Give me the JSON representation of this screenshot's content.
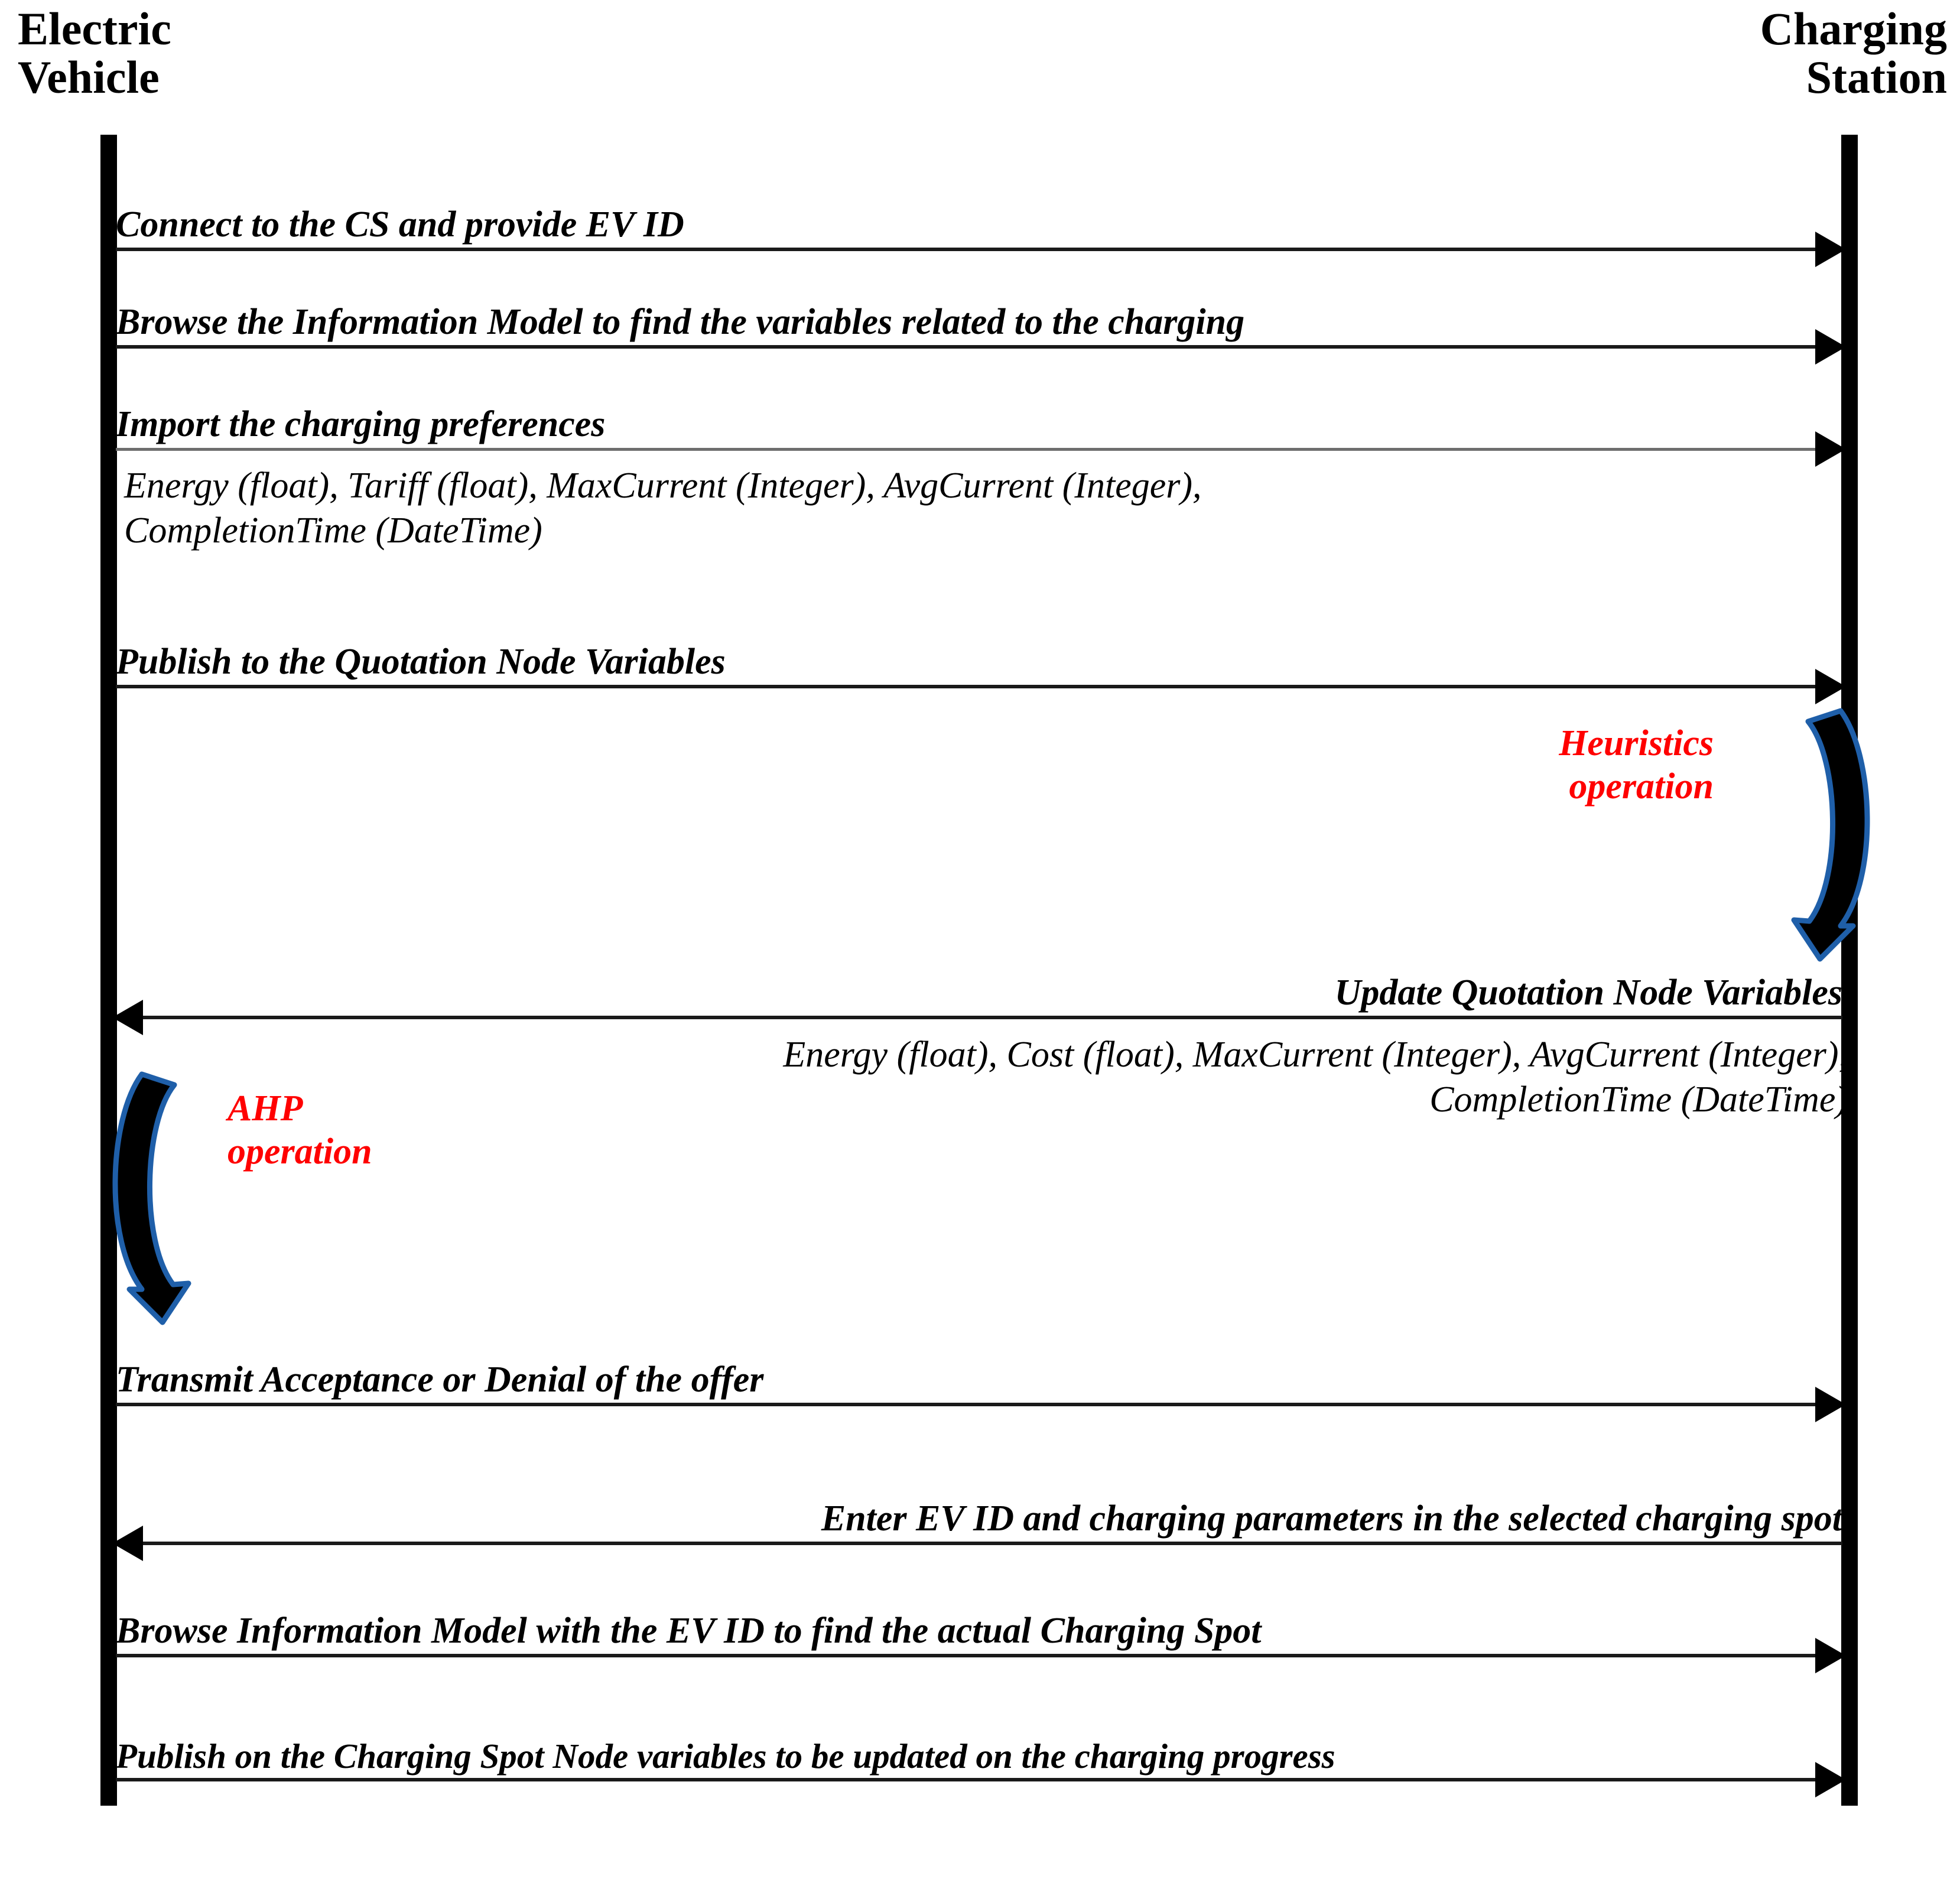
{
  "diagram": {
    "type": "uml-sequence-diagram",
    "accent_red": "#FF0000",
    "line_color": "#1A1A1A",
    "loop_outline_blue": "#1F5FA9",
    "participants": [
      {
        "id": "ev",
        "label": "Electric\nVehicle",
        "side": "left"
      },
      {
        "id": "cs",
        "label": "Charging\nStation",
        "side": "right"
      }
    ],
    "messages": [
      {
        "id": "m1",
        "label": "Connect to the CS and provide EV ID",
        "direction": "ev-to-cs",
        "align": "left",
        "style": "solid"
      },
      {
        "id": "m2",
        "label": "Browse the Information Model to find the variables related to the charging",
        "direction": "ev-to-cs",
        "align": "left",
        "style": "solid"
      },
      {
        "id": "m3",
        "label": "Import the charging preferences",
        "direction": "ev-to-cs",
        "align": "left",
        "style": "light"
      },
      {
        "id": "m4",
        "label": "Publish to the Quotation Node Variables",
        "direction": "ev-to-cs",
        "align": "left",
        "style": "solid"
      },
      {
        "id": "m5",
        "label": "Update Quotation Node Variables",
        "direction": "cs-to-ev",
        "align": "right",
        "style": "solid"
      },
      {
        "id": "m6",
        "label": "Transmit Acceptance or Denial of the offer",
        "direction": "ev-to-cs",
        "align": "left",
        "style": "solid"
      },
      {
        "id": "m7",
        "label": "Enter EV ID and charging parameters in the selected charging spot",
        "direction": "cs-to-ev",
        "align": "right",
        "style": "solid"
      },
      {
        "id": "m8",
        "label": "Browse Information Model with the EV ID to find the actual Charging Spot",
        "direction": "ev-to-cs",
        "align": "left",
        "style": "solid"
      },
      {
        "id": "m9",
        "label": "Publish on the Charging Spot Node variables to be updated on the charging progress",
        "direction": "ev-to-cs",
        "align": "left",
        "style": "solid"
      }
    ],
    "notes": [
      {
        "id": "n1",
        "text": "Energy (float), Tariff (float), MaxCurrent (Integer), AvgCurrent (Integer),\nCompletionTime (DateTime)",
        "align": "left"
      },
      {
        "id": "n2",
        "text": "Energy (float), Cost (float), MaxCurrent (Integer), AvgCurrent (Integer),\nCompletionTime (DateTime)",
        "align": "right"
      }
    ],
    "operations": [
      {
        "id": "op-heuristics",
        "label": "Heuristics\noperation",
        "actor": "cs",
        "color": "#FF0000"
      },
      {
        "id": "op-ahp",
        "label": "AHP\noperation",
        "actor": "ev",
        "color": "#FF0000"
      }
    ]
  }
}
